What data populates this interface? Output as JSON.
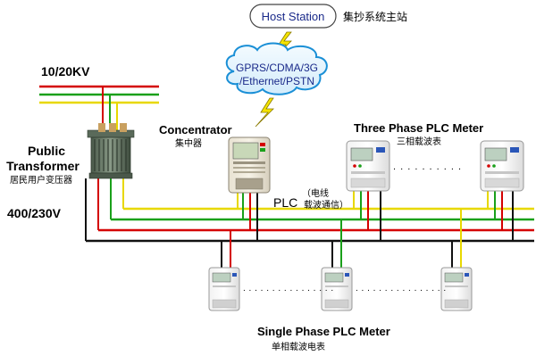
{
  "host_station": {
    "label": "Host Station",
    "caption": "集抄系统主站"
  },
  "network": {
    "line1": "GPRS/CDMA/3G",
    "line2": "/Ethernet/PSTN"
  },
  "supply": {
    "high_voltage": "10/20KV",
    "low_voltage": "400/230V"
  },
  "transformer": {
    "line1": "Public",
    "line2": "Transformer",
    "caption": "居民用户变压器"
  },
  "concentrator": {
    "label": "Concentrator",
    "caption": "集中器"
  },
  "three_phase": {
    "label": "Three Phase PLC Meter",
    "caption": "三相载波表",
    "dots": ". . . . . . . . . ."
  },
  "plc": {
    "label": "PLC",
    "caption_line1": "（电线",
    "caption_line2": "载波通信）"
  },
  "single_phase": {
    "label": "Single Phase PLC Meter",
    "caption": "单相载波电表",
    "dots": ". . . . . . . . . . . . . . . ."
  },
  "colors": {
    "red": "#d40000",
    "green": "#1aa01a",
    "yellow": "#e8d800",
    "black": "#111111",
    "cloud": "#1a8fd6"
  }
}
